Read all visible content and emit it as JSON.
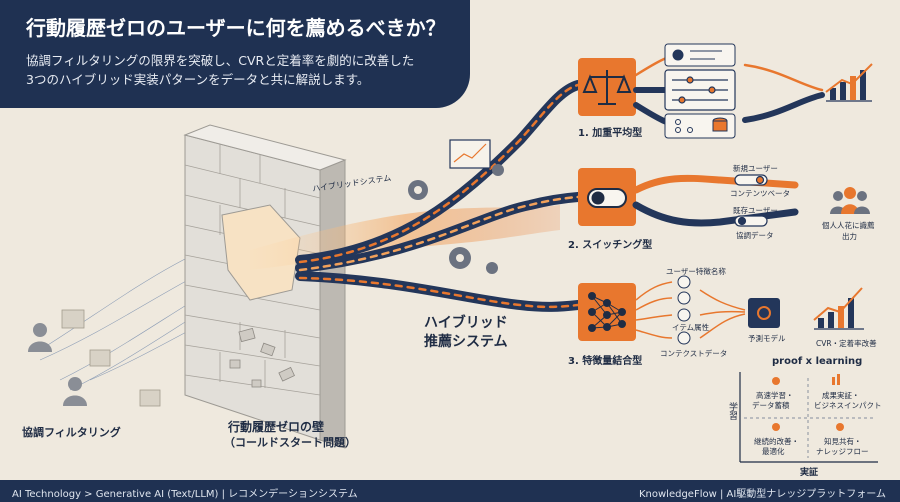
{
  "header": {
    "title": "行動履歴ゼロのユーザーに何を薦めるべきか？",
    "subtitle_line1": "協調フィルタリングの限界を突破し、CVRと定着率を劇的に改善した",
    "subtitle_line2": "3つのハイブリッド実装パターンをデータと共に解説します。"
  },
  "left": {
    "cf_label": "協調フィルタリング",
    "wall_title": "行動履歴ゼロの壁",
    "wall_subtitle": "（コールドスタート問題）",
    "stream_label": "ハイブリッドシステム"
  },
  "center": {
    "hybrid_line1": "ハイブリッド",
    "hybrid_line2": "推薦システム"
  },
  "patterns": {
    "p1": {
      "label": "1. 加重平均型"
    },
    "p2": {
      "label": "2. スイッチング型",
      "new_user": "新規ユーザー",
      "content_data": "コンテンツベータ",
      "existing_user": "既存ユーザー",
      "collab_data": "協調データ",
      "personal_out_1": "個人人花に識薦",
      "personal_out_2": "出力"
    },
    "p3": {
      "label": "3. 特徴量結合型",
      "user_attr": "ユーザー特徴名称",
      "item_attr": "イテム属性",
      "context_data": "コンテクストデータ",
      "pred_model": "予測モデル",
      "cvr_label": "CVR・定着率改善"
    }
  },
  "matrix": {
    "title": "proof x learning",
    "y_axis": "学習",
    "x_axis": "実証",
    "q1_line1": "高速学習・",
    "q1_line2": "データ蓄積",
    "q2_line1": "成果実証・",
    "q2_line2": "ビジネスインパクト",
    "q3_line1": "継続的改善・",
    "q3_line2": "最適化",
    "q4_line1": "知見共有・",
    "q4_line2": "ナレッジフロー"
  },
  "footer": {
    "breadcrumb": "AI Technology > Generative AI (Text/LLM) | レコメンデーションシステム",
    "brand": "KnowledgeFlow | AI駆動型ナレッジプラットフォーム"
  },
  "colors": {
    "navy": "#1f3152",
    "orange": "#e8772e",
    "paper": "#efe9de",
    "brick": "#d9d6d0"
  }
}
